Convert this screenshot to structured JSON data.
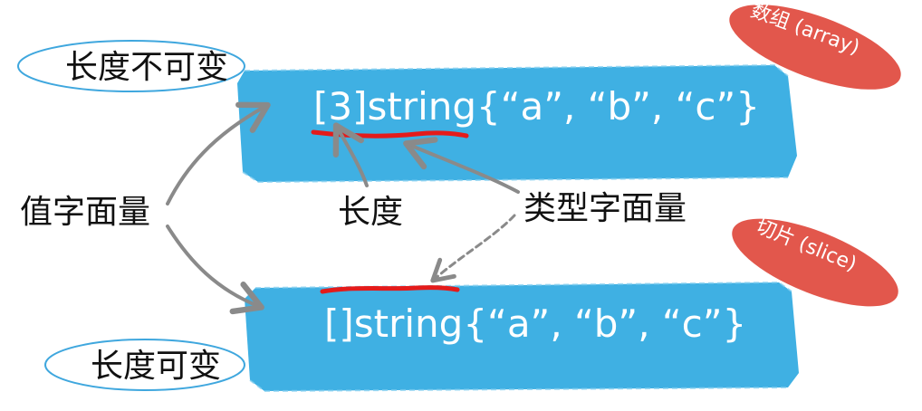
{
  "array": {
    "code": "[3]string{“a”, “b”, “c”}",
    "badge": "数组 (array)",
    "side_label": "长度不可变"
  },
  "slice": {
    "code": "[]string{“a”, “b”, “c”}",
    "badge": "切片 (slice)",
    "side_label": "长度可变"
  },
  "labels": {
    "value_literal": "值字面量",
    "length": "长度",
    "type_literal": "类型字面量"
  },
  "colors": {
    "box_blue": "#3fb0e3",
    "badge_red": "#e2574c",
    "underline_red": "#e41b1b",
    "arrow_gray": "#8a8a8a",
    "ellipse_stroke": "#3fa7de"
  }
}
